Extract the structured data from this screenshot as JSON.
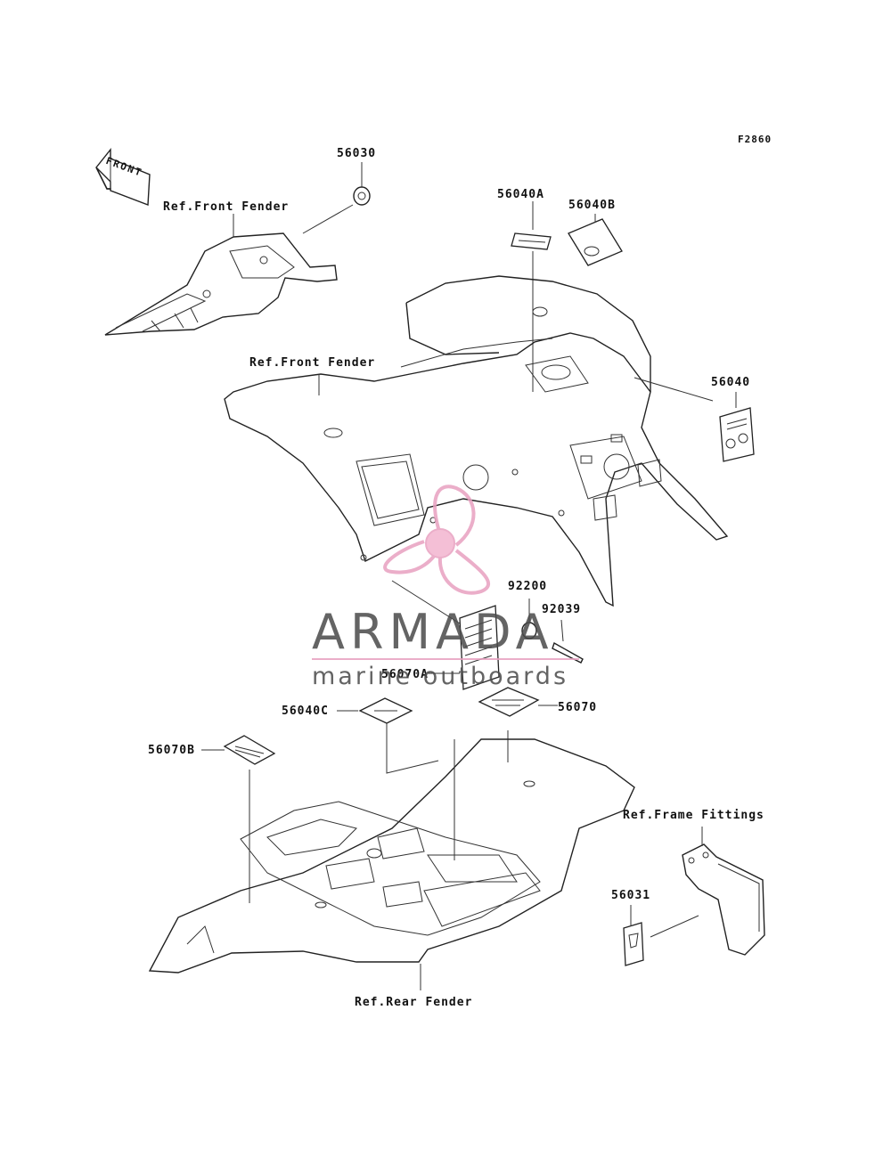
{
  "figure_code": "F2860",
  "front_arrow": {
    "text": "FRONT",
    "icon": "front-arrow-icon"
  },
  "labels": {
    "p56030": "56030",
    "ref_front_fender_top": "Ref.Front Fender",
    "p56040A": "56040A",
    "p56040B": "56040B",
    "ref_front_fender_mid": "Ref.Front Fender",
    "p56040": "56040",
    "p92200": "92200",
    "p92039": "92039",
    "p56070A": "56070A",
    "p56040C": "56040C",
    "p56070": "56070",
    "p56070B": "56070B",
    "ref_frame_fittings": "Ref.Frame Fittings",
    "p56031": "56031",
    "ref_rear_fender": "Ref.Rear Fender"
  },
  "watermark": {
    "brand": "ARMADA",
    "tagline": "marine outboards",
    "logo_icon": "propeller-logo-icon",
    "accent_color": "#e8a0c0",
    "text_color": "#4a4a4a"
  }
}
